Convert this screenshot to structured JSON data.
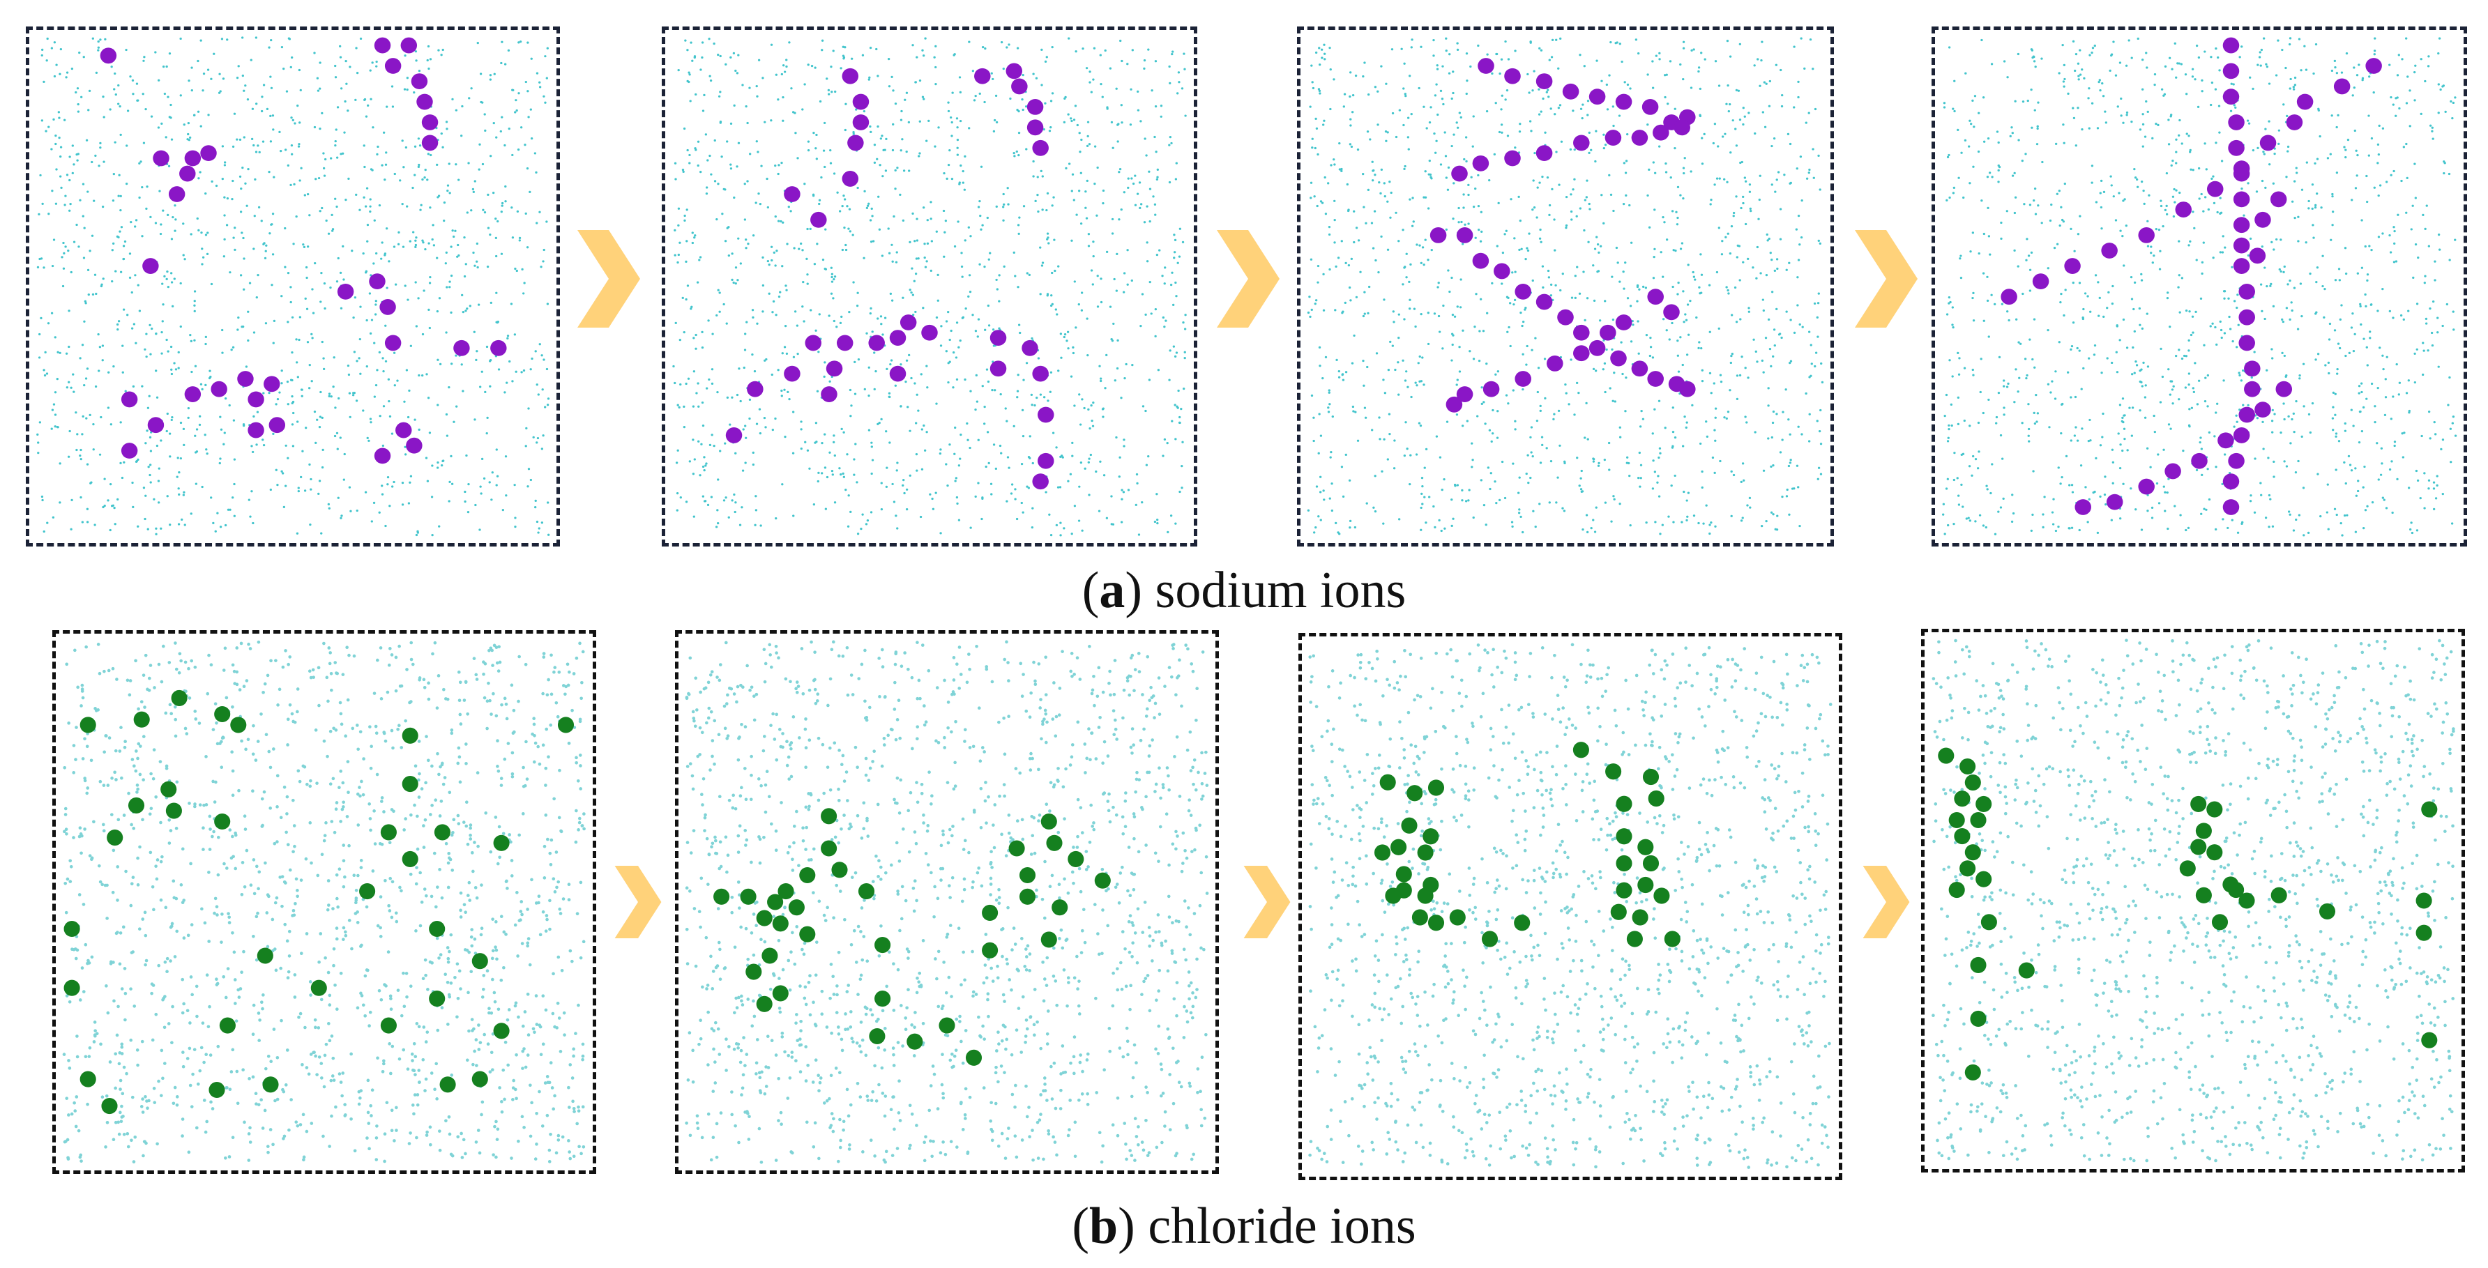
{
  "colors": {
    "solvent": "#42c4cc",
    "solvent_cl": "#7fd3d6",
    "sodium": "#8a16c6",
    "chloride": "#15801f",
    "arrow": "#ffd27a",
    "border": "#1b2236"
  },
  "icons": [
    "chevron-right-icon"
  ],
  "captions": {
    "a": {
      "letter": "a",
      "text": " sodium ions"
    },
    "b": {
      "letter": "b",
      "text": " chloride ions"
    }
  },
  "figure": {
    "sodium_stages": [
      {
        "stage": 1,
        "ions": [
          [
            0.15,
            0.05
          ],
          [
            0.67,
            0.03
          ],
          [
            0.72,
            0.03
          ],
          [
            0.69,
            0.07
          ],
          [
            0.74,
            0.1
          ],
          [
            0.75,
            0.14
          ],
          [
            0.76,
            0.18
          ],
          [
            0.76,
            0.22
          ],
          [
            0.25,
            0.25
          ],
          [
            0.31,
            0.25
          ],
          [
            0.34,
            0.24
          ],
          [
            0.3,
            0.28
          ],
          [
            0.28,
            0.32
          ],
          [
            0.23,
            0.46
          ],
          [
            0.6,
            0.51
          ],
          [
            0.66,
            0.49
          ],
          [
            0.68,
            0.54
          ],
          [
            0.69,
            0.61
          ],
          [
            0.82,
            0.62
          ],
          [
            0.89,
            0.62
          ],
          [
            0.19,
            0.72
          ],
          [
            0.24,
            0.77
          ],
          [
            0.19,
            0.82
          ],
          [
            0.31,
            0.71
          ],
          [
            0.36,
            0.7
          ],
          [
            0.41,
            0.68
          ],
          [
            0.43,
            0.72
          ],
          [
            0.46,
            0.69
          ],
          [
            0.43,
            0.78
          ],
          [
            0.47,
            0.77
          ],
          [
            0.71,
            0.78
          ],
          [
            0.73,
            0.81
          ],
          [
            0.67,
            0.83
          ]
        ]
      },
      {
        "stage": 2,
        "ions": [
          [
            0.35,
            0.09
          ],
          [
            0.37,
            0.14
          ],
          [
            0.37,
            0.18
          ],
          [
            0.36,
            0.22
          ],
          [
            0.35,
            0.29
          ],
          [
            0.24,
            0.32
          ],
          [
            0.29,
            0.37
          ],
          [
            0.6,
            0.09
          ],
          [
            0.66,
            0.08
          ],
          [
            0.67,
            0.11
          ],
          [
            0.7,
            0.15
          ],
          [
            0.7,
            0.19
          ],
          [
            0.71,
            0.23
          ],
          [
            0.13,
            0.79
          ],
          [
            0.17,
            0.7
          ],
          [
            0.24,
            0.67
          ],
          [
            0.28,
            0.61
          ],
          [
            0.32,
            0.66
          ],
          [
            0.34,
            0.61
          ],
          [
            0.4,
            0.61
          ],
          [
            0.44,
            0.6
          ],
          [
            0.46,
            0.57
          ],
          [
            0.5,
            0.59
          ],
          [
            0.44,
            0.67
          ],
          [
            0.31,
            0.71
          ],
          [
            0.63,
            0.6
          ],
          [
            0.69,
            0.62
          ],
          [
            0.63,
            0.66
          ],
          [
            0.71,
            0.67
          ],
          [
            0.72,
            0.75
          ],
          [
            0.72,
            0.84
          ],
          [
            0.71,
            0.88
          ]
        ]
      },
      {
        "stage": 3,
        "ions": [
          [
            0.35,
            0.07
          ],
          [
            0.4,
            0.09
          ],
          [
            0.46,
            0.1
          ],
          [
            0.51,
            0.12
          ],
          [
            0.56,
            0.13
          ],
          [
            0.61,
            0.14
          ],
          [
            0.66,
            0.15
          ],
          [
            0.73,
            0.17
          ],
          [
            0.7,
            0.18
          ],
          [
            0.72,
            0.19
          ],
          [
            0.68,
            0.2
          ],
          [
            0.64,
            0.21
          ],
          [
            0.59,
            0.21
          ],
          [
            0.53,
            0.22
          ],
          [
            0.46,
            0.24
          ],
          [
            0.4,
            0.25
          ],
          [
            0.34,
            0.26
          ],
          [
            0.3,
            0.28
          ],
          [
            0.26,
            0.4
          ],
          [
            0.31,
            0.4
          ],
          [
            0.34,
            0.45
          ],
          [
            0.38,
            0.47
          ],
          [
            0.42,
            0.51
          ],
          [
            0.46,
            0.53
          ],
          [
            0.5,
            0.56
          ],
          [
            0.53,
            0.59
          ],
          [
            0.56,
            0.62
          ],
          [
            0.6,
            0.64
          ],
          [
            0.64,
            0.66
          ],
          [
            0.67,
            0.68
          ],
          [
            0.71,
            0.69
          ],
          [
            0.73,
            0.7
          ],
          [
            0.7,
            0.55
          ],
          [
            0.67,
            0.52
          ],
          [
            0.61,
            0.57
          ],
          [
            0.58,
            0.59
          ],
          [
            0.53,
            0.63
          ],
          [
            0.48,
            0.65
          ],
          [
            0.42,
            0.68
          ],
          [
            0.36,
            0.7
          ],
          [
            0.31,
            0.71
          ],
          [
            0.29,
            0.73
          ]
        ]
      },
      {
        "stage": 4,
        "ions": [
          [
            0.56,
            0.03
          ],
          [
            0.56,
            0.08
          ],
          [
            0.56,
            0.13
          ],
          [
            0.57,
            0.18
          ],
          [
            0.57,
            0.23
          ],
          [
            0.58,
            0.28
          ],
          [
            0.58,
            0.33
          ],
          [
            0.58,
            0.38
          ],
          [
            0.58,
            0.42
          ],
          [
            0.58,
            0.46
          ],
          [
            0.59,
            0.51
          ],
          [
            0.59,
            0.56
          ],
          [
            0.59,
            0.61
          ],
          [
            0.6,
            0.66
          ],
          [
            0.6,
            0.7
          ],
          [
            0.59,
            0.75
          ],
          [
            0.58,
            0.79
          ],
          [
            0.57,
            0.84
          ],
          [
            0.56,
            0.88
          ],
          [
            0.56,
            0.93
          ],
          [
            0.83,
            0.07
          ],
          [
            0.77,
            0.11
          ],
          [
            0.7,
            0.14
          ],
          [
            0.68,
            0.18
          ],
          [
            0.63,
            0.22
          ],
          [
            0.58,
            0.27
          ],
          [
            0.53,
            0.31
          ],
          [
            0.47,
            0.35
          ],
          [
            0.4,
            0.4
          ],
          [
            0.33,
            0.43
          ],
          [
            0.26,
            0.46
          ],
          [
            0.2,
            0.49
          ],
          [
            0.14,
            0.52
          ],
          [
            0.65,
            0.33
          ],
          [
            0.62,
            0.37
          ],
          [
            0.61,
            0.44
          ],
          [
            0.66,
            0.7
          ],
          [
            0.62,
            0.74
          ],
          [
            0.55,
            0.8
          ],
          [
            0.5,
            0.84
          ],
          [
            0.45,
            0.86
          ],
          [
            0.4,
            0.89
          ],
          [
            0.34,
            0.92
          ],
          [
            0.28,
            0.93
          ]
        ]
      }
    ],
    "chloride_stages": [
      {
        "stage": 1,
        "ions": [
          [
            0.06,
            0.17
          ],
          [
            0.16,
            0.16
          ],
          [
            0.23,
            0.12
          ],
          [
            0.31,
            0.15
          ],
          [
            0.34,
            0.17
          ],
          [
            0.66,
            0.19
          ],
          [
            0.95,
            0.17
          ],
          [
            0.21,
            0.29
          ],
          [
            0.22,
            0.33
          ],
          [
            0.15,
            0.32
          ],
          [
            0.31,
            0.35
          ],
          [
            0.11,
            0.38
          ],
          [
            0.66,
            0.28
          ],
          [
            0.62,
            0.37
          ],
          [
            0.66,
            0.42
          ],
          [
            0.72,
            0.37
          ],
          [
            0.83,
            0.39
          ],
          [
            0.03,
            0.55
          ],
          [
            0.58,
            0.48
          ],
          [
            0.71,
            0.55
          ],
          [
            0.39,
            0.6
          ],
          [
            0.79,
            0.61
          ],
          [
            0.03,
            0.66
          ],
          [
            0.49,
            0.66
          ],
          [
            0.71,
            0.68
          ],
          [
            0.32,
            0.73
          ],
          [
            0.62,
            0.73
          ],
          [
            0.83,
            0.74
          ],
          [
            0.06,
            0.83
          ],
          [
            0.3,
            0.85
          ],
          [
            0.4,
            0.84
          ],
          [
            0.73,
            0.84
          ],
          [
            0.79,
            0.83
          ],
          [
            0.1,
            0.88
          ]
        ]
      },
      {
        "stage": 2,
        "ions": [
          [
            0.28,
            0.34
          ],
          [
            0.28,
            0.4
          ],
          [
            0.3,
            0.44
          ],
          [
            0.24,
            0.45
          ],
          [
            0.2,
            0.48
          ],
          [
            0.18,
            0.5
          ],
          [
            0.13,
            0.49
          ],
          [
            0.08,
            0.49
          ],
          [
            0.22,
            0.51
          ],
          [
            0.16,
            0.53
          ],
          [
            0.19,
            0.54
          ],
          [
            0.24,
            0.56
          ],
          [
            0.35,
            0.48
          ],
          [
            0.17,
            0.6
          ],
          [
            0.14,
            0.63
          ],
          [
            0.19,
            0.67
          ],
          [
            0.16,
            0.69
          ],
          [
            0.38,
            0.58
          ],
          [
            0.38,
            0.68
          ],
          [
            0.37,
            0.75
          ],
          [
            0.44,
            0.76
          ],
          [
            0.5,
            0.73
          ],
          [
            0.55,
            0.79
          ],
          [
            0.69,
            0.35
          ],
          [
            0.7,
            0.39
          ],
          [
            0.63,
            0.4
          ],
          [
            0.65,
            0.45
          ],
          [
            0.74,
            0.42
          ],
          [
            0.79,
            0.46
          ],
          [
            0.65,
            0.49
          ],
          [
            0.71,
            0.51
          ],
          [
            0.69,
            0.57
          ],
          [
            0.58,
            0.52
          ],
          [
            0.58,
            0.59
          ]
        ]
      },
      {
        "stage": 3,
        "ions": [
          [
            0.16,
            0.27
          ],
          [
            0.21,
            0.29
          ],
          [
            0.25,
            0.28
          ],
          [
            0.2,
            0.35
          ],
          [
            0.24,
            0.37
          ],
          [
            0.18,
            0.39
          ],
          [
            0.23,
            0.4
          ],
          [
            0.19,
            0.44
          ],
          [
            0.15,
            0.4
          ],
          [
            0.19,
            0.47
          ],
          [
            0.24,
            0.46
          ],
          [
            0.23,
            0.48
          ],
          [
            0.17,
            0.48
          ],
          [
            0.22,
            0.52
          ],
          [
            0.25,
            0.53
          ],
          [
            0.29,
            0.52
          ],
          [
            0.35,
            0.56
          ],
          [
            0.41,
            0.53
          ],
          [
            0.52,
            0.21
          ],
          [
            0.58,
            0.25
          ],
          [
            0.65,
            0.26
          ],
          [
            0.66,
            0.3
          ],
          [
            0.6,
            0.31
          ],
          [
            0.6,
            0.37
          ],
          [
            0.64,
            0.39
          ],
          [
            0.65,
            0.42
          ],
          [
            0.6,
            0.42
          ],
          [
            0.64,
            0.46
          ],
          [
            0.6,
            0.47
          ],
          [
            0.67,
            0.48
          ],
          [
            0.63,
            0.52
          ],
          [
            0.59,
            0.51
          ],
          [
            0.62,
            0.56
          ],
          [
            0.69,
            0.56
          ]
        ]
      },
      {
        "stage": 4,
        "ions": [
          [
            0.04,
            0.23
          ],
          [
            0.08,
            0.25
          ],
          [
            0.09,
            0.28
          ],
          [
            0.07,
            0.31
          ],
          [
            0.11,
            0.32
          ],
          [
            0.06,
            0.35
          ],
          [
            0.1,
            0.35
          ],
          [
            0.07,
            0.38
          ],
          [
            0.09,
            0.41
          ],
          [
            0.08,
            0.44
          ],
          [
            0.11,
            0.46
          ],
          [
            0.06,
            0.48
          ],
          [
            0.12,
            0.54
          ],
          [
            0.1,
            0.62
          ],
          [
            0.19,
            0.63
          ],
          [
            0.1,
            0.72
          ],
          [
            0.09,
            0.82
          ],
          [
            0.51,
            0.32
          ],
          [
            0.54,
            0.33
          ],
          [
            0.52,
            0.37
          ],
          [
            0.51,
            0.4
          ],
          [
            0.54,
            0.41
          ],
          [
            0.49,
            0.44
          ],
          [
            0.57,
            0.47
          ],
          [
            0.52,
            0.49
          ],
          [
            0.58,
            0.48
          ],
          [
            0.6,
            0.5
          ],
          [
            0.66,
            0.49
          ],
          [
            0.75,
            0.52
          ],
          [
            0.55,
            0.54
          ],
          [
            0.94,
            0.33
          ],
          [
            0.93,
            0.5
          ],
          [
            0.93,
            0.56
          ],
          [
            0.94,
            0.76
          ]
        ]
      }
    ]
  }
}
